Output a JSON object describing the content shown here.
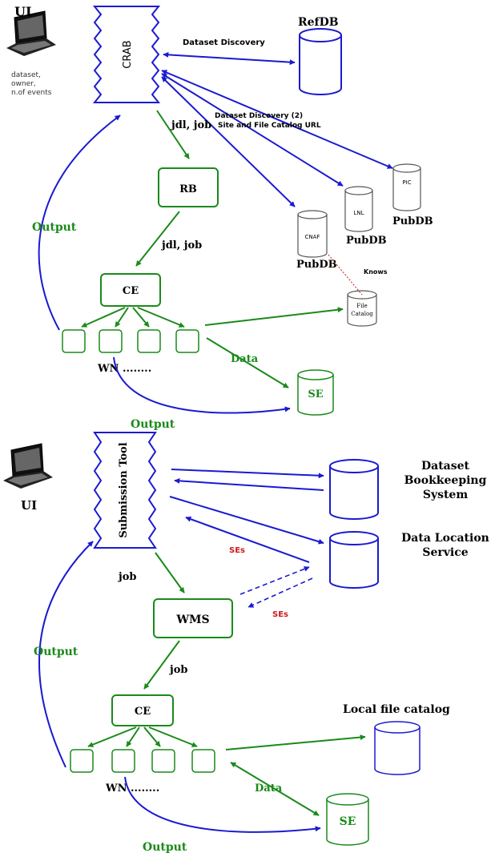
{
  "colors": {
    "blue": "#1a1ad0",
    "green": "#1a8a1a",
    "red": "#cc1a1a",
    "black": "#000000"
  },
  "top": {
    "ui_label": "UI",
    "ui_info_lines": [
      "dataset,",
      "owner,",
      "n.of events"
    ],
    "crab_label": "CRAB",
    "refdb_label": "RefDB",
    "dataset_discovery_label": "Dataset Discovery",
    "dataset_discovery2_line1": "Dataset Discovery (2)",
    "dataset_discovery2_line2": "Site and File Catalog URL",
    "jdl_job_1": "jdl, job",
    "jdl_job_2": "jdl, job",
    "rb_label": "RB",
    "output_label": "Output",
    "output_bottom_label": "Output",
    "ce_label": "CE",
    "wn_label": "WN ........",
    "data_label": "Data",
    "se_label": "SE",
    "pubdb_pic_label": "PIC",
    "pubdb_lnl_label": "LNL",
    "pubdb_cnaf_label": "CNAF",
    "pubdb_label_1": "PubDB",
    "pubdb_label_2": "PubDB",
    "pubdb_label_3": "PubDB",
    "knows_label": "Knows",
    "file_catalog_line1": "File",
    "file_catalog_line2": "Catalog"
  },
  "bottom": {
    "ui_label": "UI",
    "submission_tool_label": "Submission Tool",
    "dbs_line1": "Dataset",
    "dbs_line2": "Bookkeeping",
    "dbs_line3": "System",
    "dls_line1": "Data Location",
    "dls_line2": "Service",
    "ses_label_1": "SEs",
    "ses_label_2": "SEs",
    "job_label_1": "job",
    "job_label_2": "job",
    "wms_label": "WMS",
    "output_label": "Output",
    "output_bottom_label": "Output",
    "ce_label": "CE",
    "wn_label": "WN ........",
    "data_label": "Data",
    "se_label": "SE",
    "local_catalog_label": "Local file catalog"
  }
}
